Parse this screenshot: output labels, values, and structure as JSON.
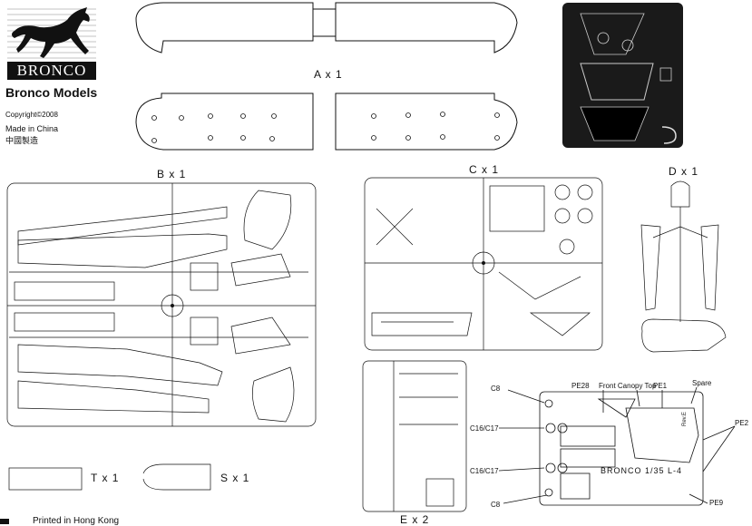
{
  "logo": {
    "wordmark": "BRONCO",
    "company": "Bronco Models",
    "copyright": "Copyright©2008",
    "made_in": "Made in China",
    "made_in_cn": "中國製造"
  },
  "sprues": {
    "a": "A x 1",
    "b": "B x 1",
    "c": "C x 1",
    "d": "D x 1",
    "e": "E x 2",
    "t": "T x 1",
    "s": "S x 1"
  },
  "pe_callouts": {
    "c8_top": "C8",
    "pe28": "PE28",
    "front_canopy_top": "Front Canopy Top",
    "pe1": "PE1",
    "spare": "Spare",
    "c16_c17_a": "C16/C17",
    "pe2": "PE2",
    "c16_c17_b": "C16/C17",
    "c8_bottom": "C8",
    "pe9": "PE9",
    "fret_text": "BRONCO 1/35 L-4",
    "rev": "Rev.E"
  },
  "footer": {
    "printed": "Printed in Hong Kong"
  },
  "colors": {
    "ink": "#111111",
    "etch_dark": "#1a1a1a"
  }
}
